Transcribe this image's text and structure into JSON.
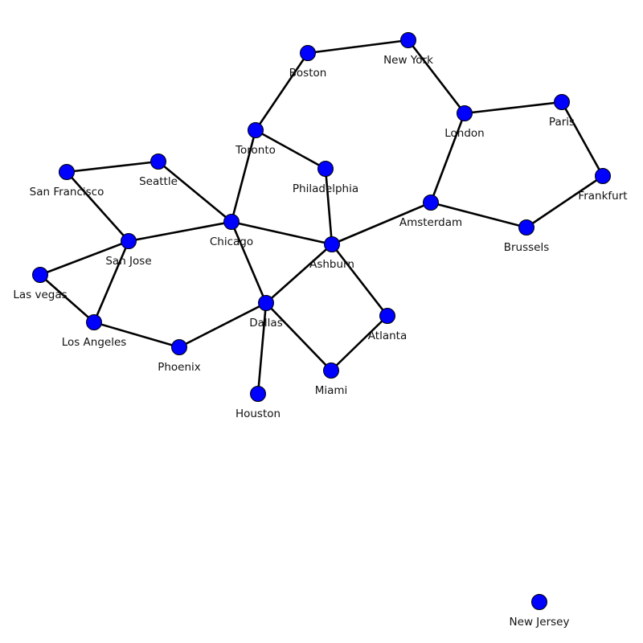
{
  "colors": {
    "background": "#ffffff",
    "node_fill": "#0000ff",
    "node_stroke": "#000000",
    "edge": "#000000",
    "label": "#111111"
  },
  "nodes": [
    {
      "id": "boston",
      "label": "Boston"
    },
    {
      "id": "new-york",
      "label": "New York"
    },
    {
      "id": "london",
      "label": "London"
    },
    {
      "id": "paris",
      "label": "Paris"
    },
    {
      "id": "frankfurt",
      "label": "Frankfurt"
    },
    {
      "id": "toronto",
      "label": "Toronto"
    },
    {
      "id": "philadelphia",
      "label": "Philadelphia"
    },
    {
      "id": "seattle",
      "label": "Seattle"
    },
    {
      "id": "san-francisco",
      "label": "San Francisco"
    },
    {
      "id": "amsterdam",
      "label": "Amsterdam"
    },
    {
      "id": "brussels",
      "label": "Brussels"
    },
    {
      "id": "chicago",
      "label": "Chicago"
    },
    {
      "id": "san-jose",
      "label": "San Jose"
    },
    {
      "id": "ashburn",
      "label": "Ashburn"
    },
    {
      "id": "las-vegas",
      "label": "Las vegas"
    },
    {
      "id": "dallas",
      "label": "Dallas"
    },
    {
      "id": "atlanta",
      "label": "Atlanta"
    },
    {
      "id": "los-angeles",
      "label": "Los Angeles"
    },
    {
      "id": "phoenix",
      "label": "Phoenix"
    },
    {
      "id": "miami",
      "label": "Miami"
    },
    {
      "id": "houston",
      "label": "Houston"
    },
    {
      "id": "new-jersey",
      "label": "New Jersey"
    }
  ],
  "edges": [
    [
      "boston",
      "new-york"
    ],
    [
      "new-york",
      "london"
    ],
    [
      "london",
      "paris"
    ],
    [
      "paris",
      "frankfurt"
    ],
    [
      "frankfurt",
      "brussels"
    ],
    [
      "brussels",
      "amsterdam"
    ],
    [
      "amsterdam",
      "london"
    ],
    [
      "amsterdam",
      "ashburn"
    ],
    [
      "boston",
      "toronto"
    ],
    [
      "toronto",
      "philadelphia"
    ],
    [
      "toronto",
      "chicago"
    ],
    [
      "philadelphia",
      "ashburn"
    ],
    [
      "san-francisco",
      "seattle"
    ],
    [
      "seattle",
      "chicago"
    ],
    [
      "san-francisco",
      "san-jose"
    ],
    [
      "chicago",
      "san-jose"
    ],
    [
      "chicago",
      "ashburn"
    ],
    [
      "chicago",
      "dallas"
    ],
    [
      "ashburn",
      "dallas"
    ],
    [
      "ashburn",
      "atlanta"
    ],
    [
      "atlanta",
      "miami"
    ],
    [
      "dallas",
      "miami"
    ],
    [
      "dallas",
      "houston"
    ],
    [
      "dallas",
      "phoenix"
    ],
    [
      "phoenix",
      "los-angeles"
    ],
    [
      "los-angeles",
      "san-jose"
    ],
    [
      "los-angeles",
      "las-vegas"
    ],
    [
      "las-vegas",
      "san-jose"
    ]
  ]
}
